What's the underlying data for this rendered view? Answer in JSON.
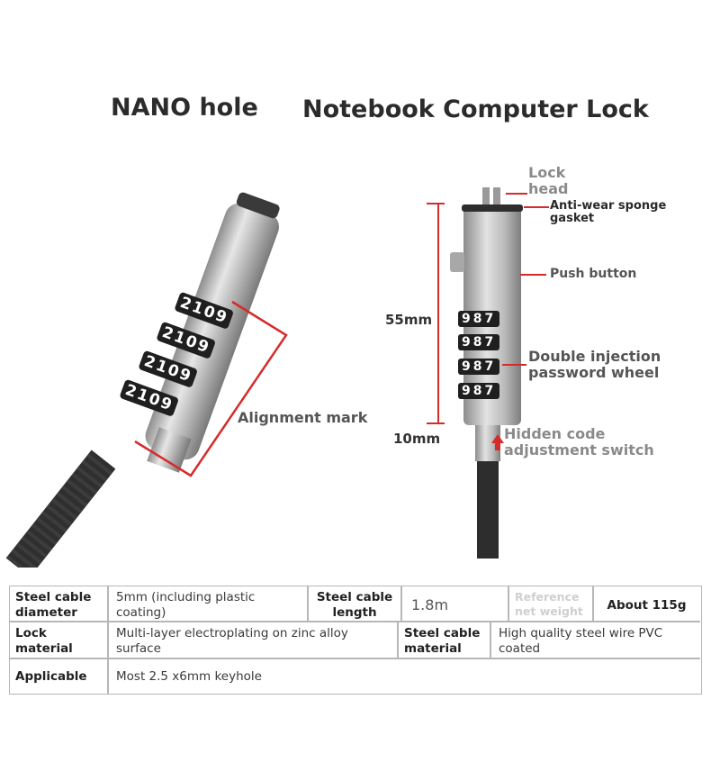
{
  "titles": {
    "left": "NANO hole",
    "right": "Notebook Computer Lock"
  },
  "callouts": {
    "lock_head": "Lock head",
    "anti_wear": "Anti-wear sponge gasket",
    "push_button": "Push button",
    "password_wheel": "Double injection password wheel",
    "hidden_switch": "Hidden code adjustment switch",
    "alignment_mark": "Alignment mark"
  },
  "dimensions": {
    "height": "55mm",
    "bottom": "10mm"
  },
  "wheel_digits": {
    "left_lock": [
      "2",
      "1",
      "0",
      "9"
    ],
    "right_lock": [
      "9",
      "8",
      "7"
    ]
  },
  "specs": {
    "cable_diameter_label": "Steel cable diameter",
    "cable_diameter_value": "5mm (including plastic coating)",
    "cable_length_label": "Steel cable length",
    "cable_length_value": "1.8m",
    "net_weight_label": "Reference net weight",
    "net_weight_value": "About 115g",
    "lock_material_label": "Lock material",
    "lock_material_value": "Multi-layer electroplating on zinc alloy surface",
    "cable_material_label": "Steel cable material",
    "cable_material_value": "High quality steel wire PVC coated",
    "applicable_label": "Applicable",
    "applicable_value": "Most 2.5 x6mm keyhole"
  },
  "colors": {
    "accent_red": "#d62b2b",
    "metal": "#b9b9b9",
    "cable": "#2d2d2d"
  }
}
